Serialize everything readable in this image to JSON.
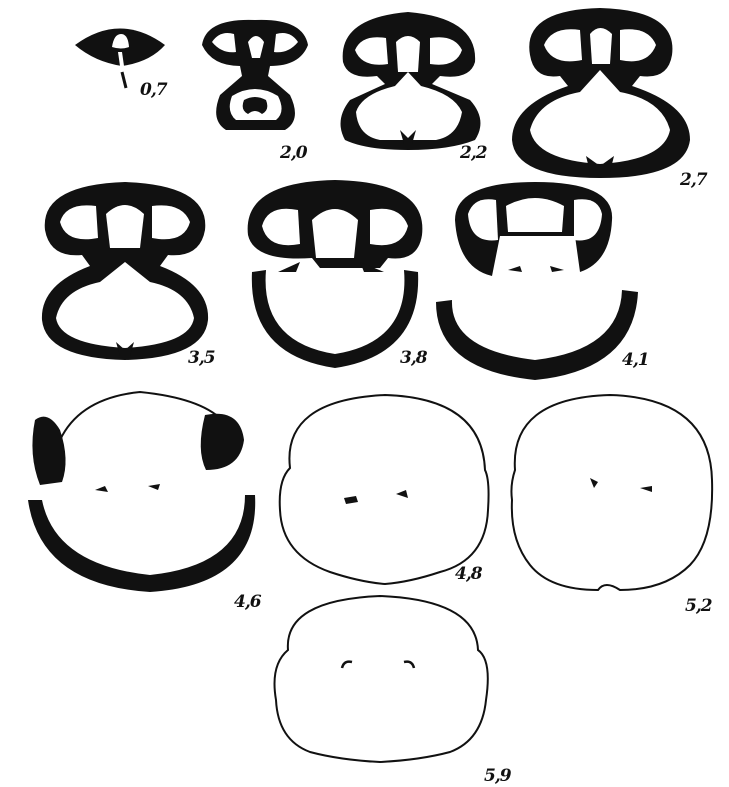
{
  "colors": {
    "ink": "#111111",
    "paper": "#ffffff"
  },
  "sections": [
    {
      "id": "s1",
      "label": "0,7"
    },
    {
      "id": "s2",
      "label": "2,0"
    },
    {
      "id": "s3",
      "label": "2,2"
    },
    {
      "id": "s4",
      "label": "2,7"
    },
    {
      "id": "s5",
      "label": "3,5"
    },
    {
      "id": "s6",
      "label": "3,8"
    },
    {
      "id": "s7",
      "label": "4,1"
    },
    {
      "id": "s8",
      "label": "4,6"
    },
    {
      "id": "s9",
      "label": "4,8"
    },
    {
      "id": "s10",
      "label": "5,2"
    },
    {
      "id": "s11",
      "label": "5,9"
    }
  ]
}
